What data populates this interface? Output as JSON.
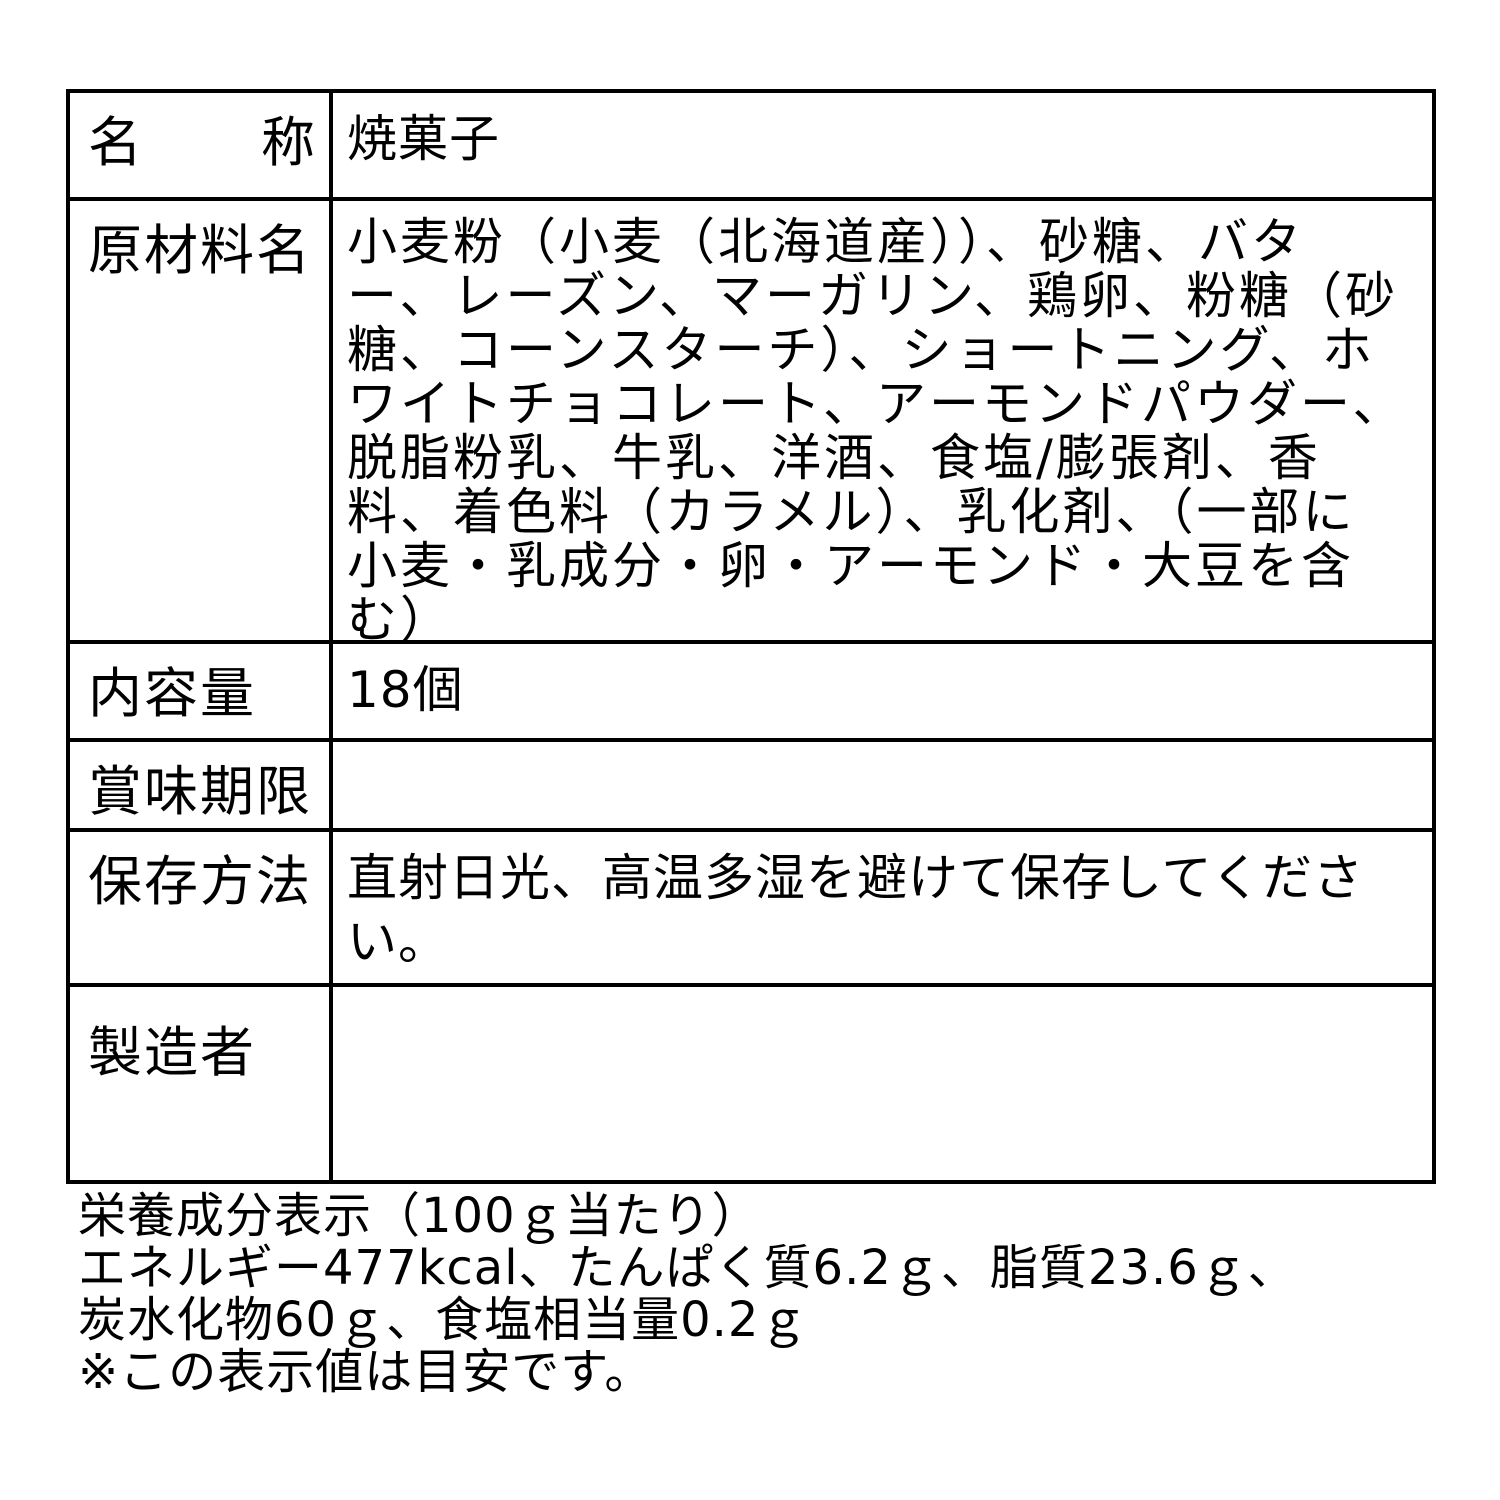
{
  "label": {
    "name": {
      "label_left": "名",
      "label_right": "称",
      "value": "焼菓子"
    },
    "ingredients": {
      "label": "原材料名",
      "value": "小麦粉（小麦（北海道産））、砂糖、バター、レーズン、マーガリン、鶏卵、粉糖（砂糖、コーンスターチ）、ショートニング、ホワイトチョコレート、アーモンドパウダー、脱脂粉乳、牛乳、洋酒、食塩/膨張剤、香料、着色料（カラメル）、乳化剤、（一部に小麦・乳成分・卵・アーモンド・大豆を含む）"
    },
    "content": {
      "label": "内容量",
      "value": "18個"
    },
    "expiry": {
      "label": "賞味期限",
      "value": ""
    },
    "storage": {
      "label": "保存方法",
      "value": "直射日光、高温多湿を避けて保存してください。"
    },
    "maker": {
      "label": "製造者",
      "value": ""
    }
  },
  "nutrition": {
    "heading": "栄養成分表示（100ｇ当たり）",
    "line1": "エネルギー477kcal、たんぱく質6.2ｇ、脂質23.6ｇ、",
    "line2": "炭水化物60ｇ、食塩相当量0.2ｇ",
    "note": "※この表示値は目安です。"
  }
}
